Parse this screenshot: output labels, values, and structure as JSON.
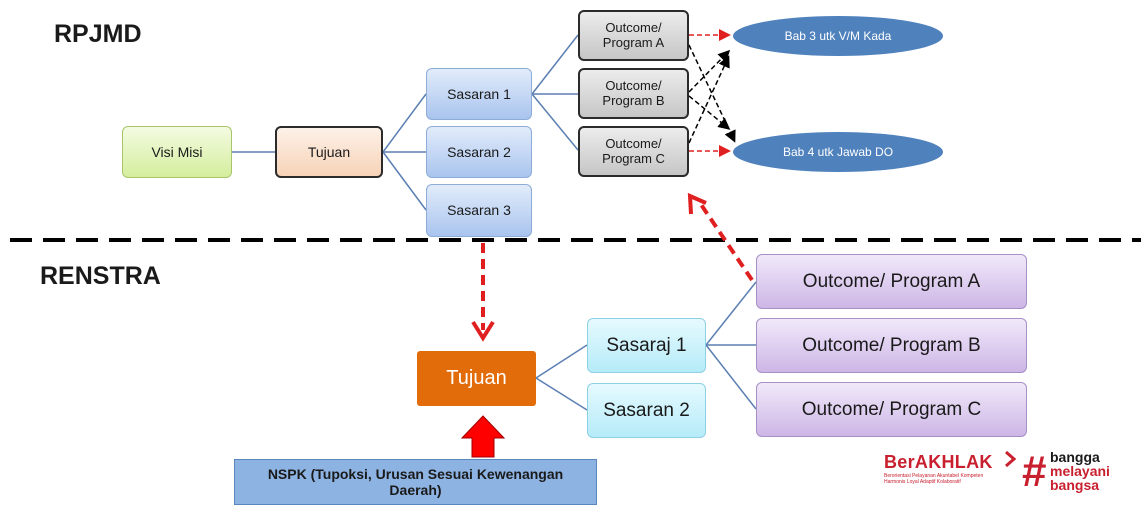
{
  "rpjmd": {
    "title": "RPJMD",
    "visi_misi": "Visi Misi",
    "tujuan": "Tujuan",
    "sasaran": [
      "Sasaran 1",
      "Sasaran 2",
      "Sasaran 3"
    ],
    "outcomes": [
      {
        "line1": "Outcome/",
        "line2": "Program A"
      },
      {
        "line1": "Outcome/",
        "line2": "Program B"
      },
      {
        "line1": "Outcome/",
        "line2": "Program C"
      }
    ],
    "bab3": "Bab 3 utk V/M Kada",
    "bab4": "Bab 4 utk Jawab DO"
  },
  "renstra": {
    "title": "RENSTRA",
    "tujuan": "Tujuan",
    "sasaran": [
      "Sasaraj 1",
      "Sasaran 2"
    ],
    "outcomes": [
      "Outcome/ Program A",
      "Outcome/ Program B",
      "Outcome/ Program C"
    ],
    "nspk": "NSPK (Tupoksi, Urusan Sesuai Kewenangan Daerah)"
  },
  "logos": {
    "berakhlak": "BerAKHLAK",
    "berakhlak_tagline_1": "Berorientasi Pelayanan Akuntabel Kompeten",
    "berakhlak_tagline_2": "Harmonis Loyal Adaptif Kolaboratif",
    "bangga_1": "bangga",
    "bangga_2": "melayani",
    "bangga_3": "bangsa"
  },
  "colors": {
    "connector": "#5b7fb3",
    "red_arrow": "#e02020",
    "black_arrow": "#000000",
    "brand_red": "#c8202f"
  }
}
